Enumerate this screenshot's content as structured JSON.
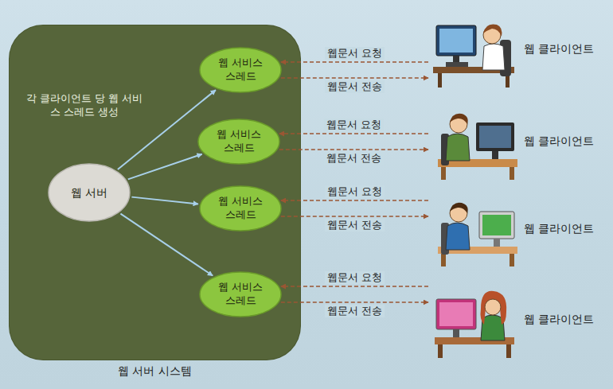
{
  "diagram": {
    "nodes": [
      {
        "text": [
          "웹 서버 시스템"
        ]
      },
      {
        "text": [
          "웹 서버"
        ],
        "in": 0
      },
      {
        "text": [
          "웹 서비스 스레드"
        ],
        "in": 0
      },
      {
        "text": [
          "웹 서비스 스레드"
        ],
        "in": 0
      },
      {
        "text": [
          "웹 서비스 스레드"
        ],
        "in": 0
      },
      {
        "text": [
          "웹 서비스 스레드"
        ],
        "in": 0
      },
      {
        "text": [
          "웹 클라이언트"
        ]
      },
      {
        "text": [
          "웹 클라이언트"
        ]
      },
      {
        "text": [
          "웹 클라이언트"
        ]
      },
      {
        "text": [
          "웹 클라이언트"
        ]
      }
    ],
    "edges": [
      {
        "from": 1,
        "to": 2,
        "arrow": "to"
      },
      {
        "from": 1,
        "to": 3,
        "arrow": "to"
      },
      {
        "from": 1,
        "to": 4,
        "arrow": "to"
      },
      {
        "from": 1,
        "to": 5,
        "arrow": "to"
      },
      {
        "from": 6,
        "to": 2,
        "label": "웹문서 요청",
        "arrow": "to"
      },
      {
        "from": 2,
        "to": 6,
        "label": "웹문서 전송",
        "arrow": "to"
      },
      {
        "from": 7,
        "to": 3,
        "label": "웹문서 요청",
        "arrow": "to"
      },
      {
        "from": 3,
        "to": 7,
        "label": "웹문서 전송",
        "arrow": "to"
      },
      {
        "from": 8,
        "to": 4,
        "label": "웹문서 요청",
        "arrow": "to"
      },
      {
        "from": 4,
        "to": 8,
        "label": "웹문서 전송",
        "arrow": "to"
      },
      {
        "from": 9,
        "to": 5,
        "label": "웹문서 요청",
        "arrow": "to"
      },
      {
        "from": 5,
        "to": 9,
        "label": "웹문서 전송",
        "arrow": "to"
      }
    ],
    "labels": [
      "각 클라이언트 당 웹 서비스 스레드 생성"
    ]
  }
}
